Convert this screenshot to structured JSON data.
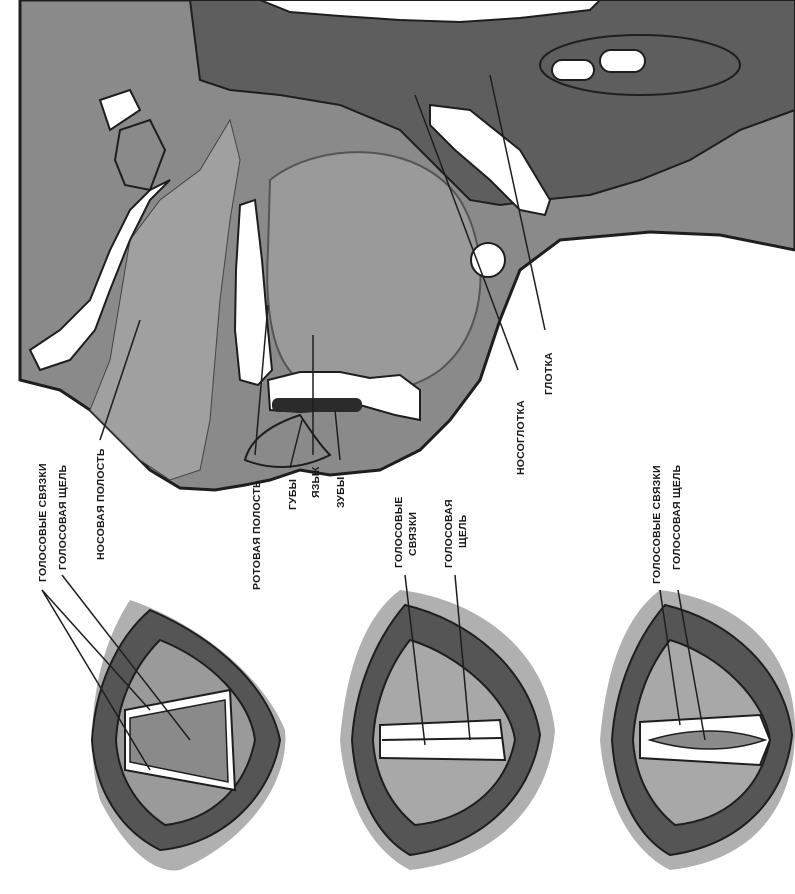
{
  "labels": {
    "sagittal": {
      "nasal_cavity": "НОСОВАЯ ПОЛОСТЬ",
      "oral_cavity": "РОТОВАЯ ПОЛОСТЬ",
      "lips": "ГУБЫ",
      "tongue": "ЯЗЫК",
      "teeth": "ЗУБЫ",
      "nasopharynx": "НОСОГЛОТКА",
      "pharynx": "ГЛОТКА"
    },
    "larynx_open": {
      "vocal_cords": "ГОЛОСОВЫЕ СВЯЗКИ",
      "glottis": "ГОЛОСОВАЯ ЩЕЛЬ"
    },
    "larynx_closed": {
      "vocal_cords_line1": "ГОЛОСОВЫЕ",
      "vocal_cords_line2": "СВЯЗКИ",
      "glottis_line1": "ГОЛОСОВАЯ",
      "glottis_line2": "ЩЕЛЬ"
    },
    "larynx_mid": {
      "vocal_cords": "ГОЛОСОВЫЕ СВЯЗКИ",
      "glottis": "ГОЛОСОВАЯ ЩЕЛЬ"
    }
  },
  "colors": {
    "dark": "#2b2b2b",
    "tissue": "#7a7a7a",
    "mid": "#9a9a9a",
    "light": "#bdbdbd",
    "cavity": "#ffffff"
  }
}
